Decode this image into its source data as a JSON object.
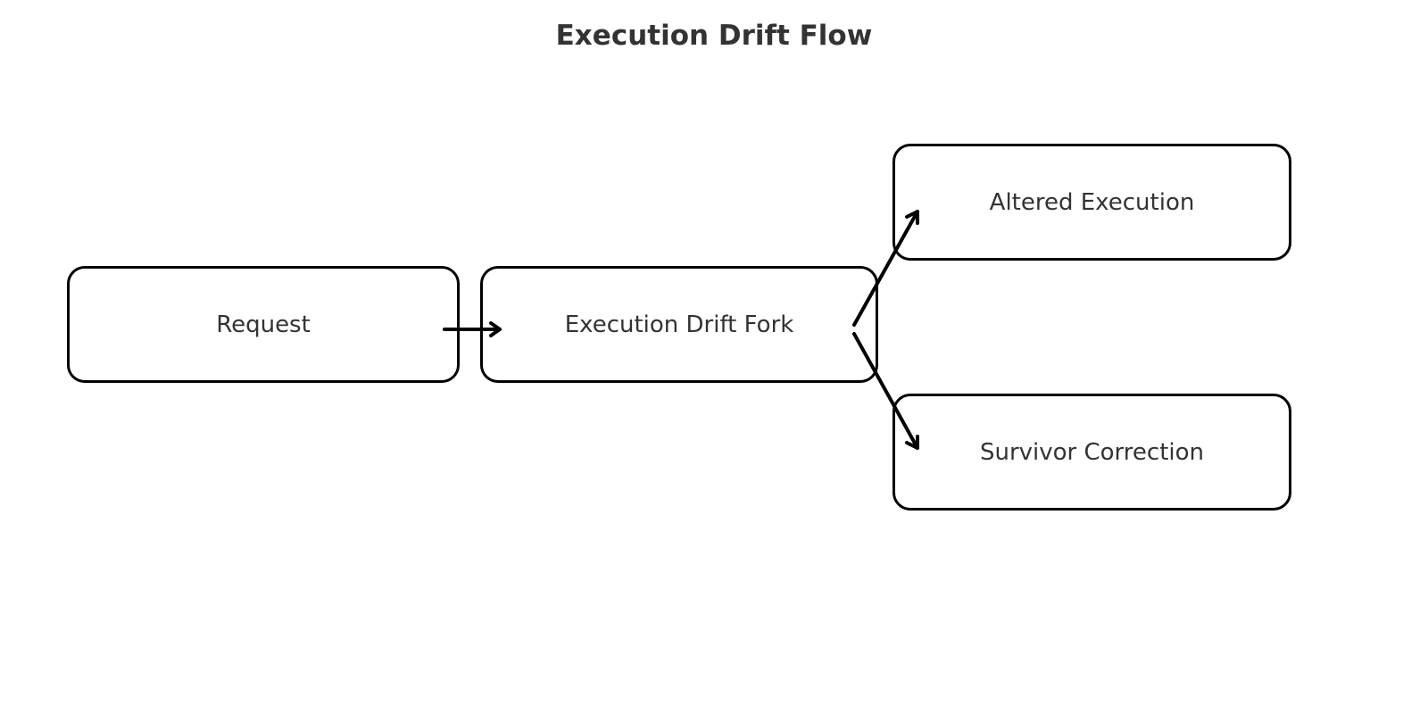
{
  "diagram": {
    "title": "Execution Drift Flow",
    "nodes": {
      "request": "Request",
      "fork": "Execution Drift Fork",
      "altered": "Altered Execution",
      "survivor": "Survivor Correction"
    },
    "edges": [
      {
        "from": "Request",
        "to": "Execution Drift Fork"
      },
      {
        "from": "Execution Drift Fork",
        "to": "Altered Execution"
      },
      {
        "from": "Execution Drift Fork",
        "to": "Survivor Correction"
      }
    ]
  }
}
